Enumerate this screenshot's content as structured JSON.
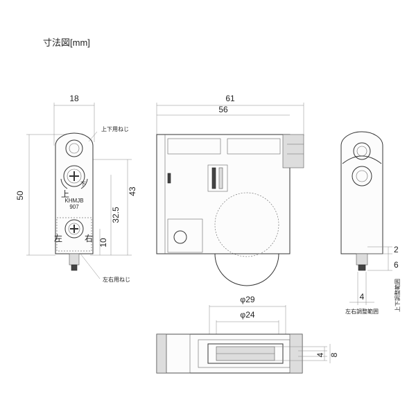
{
  "title": "寸法図[mm]",
  "front_view": {
    "width": "18",
    "height": "50",
    "height_upper": "43",
    "height_mid": "32.5",
    "height_low": "10",
    "screw_vertical_label": "上下用ねじ",
    "screw_horizontal_label": "左右用ねじ",
    "mark_up": "上",
    "mark_down": "下",
    "mark_left": "左",
    "mark_right": "右",
    "model_code": "KHMJB",
    "model_number": "907"
  },
  "side_view": {
    "overall_width": "61",
    "inner_width": "56"
  },
  "right_view": {
    "dim_2": "2",
    "dim_6": "6",
    "dim_4": "4",
    "vertical_range_label": "上下調整範囲",
    "horizontal_range_label": "左右調整範囲"
  },
  "bottom_view": {
    "wheel_diameter_outer": "φ29",
    "wheel_diameter_inner": "φ24",
    "dim_4": "4",
    "dim_8": "8"
  }
}
